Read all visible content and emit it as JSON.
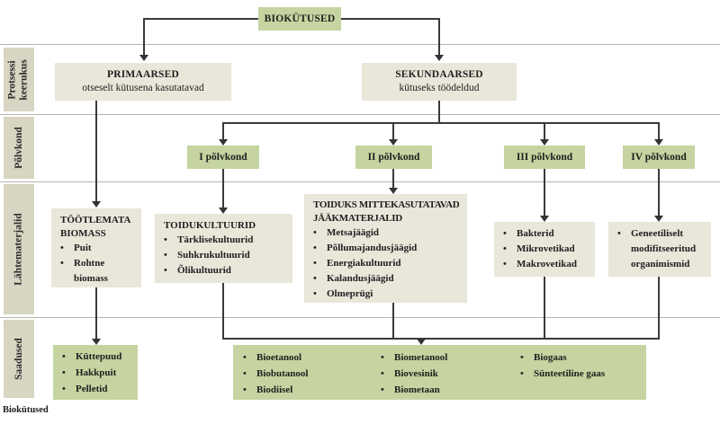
{
  "root": {
    "label": "BIOKÜTUSED"
  },
  "caption": "Biokütused",
  "sidebar": [
    {
      "lines": [
        "Protsessi",
        "keerukus"
      ]
    },
    {
      "lines": [
        "Põlvkond"
      ]
    },
    {
      "lines": [
        "Lähtematerjalid"
      ]
    },
    {
      "lines": [
        "Saadused"
      ]
    }
  ],
  "level1": [
    {
      "title": "PRIMAARSED",
      "subtitle": "otseselt kütusena kasutatavad"
    },
    {
      "title": "SEKUNDAARSED",
      "subtitle": "kütuseks töödeldud"
    }
  ],
  "generations": [
    {
      "label": "I põlvkond"
    },
    {
      "label": "II põlvkond"
    },
    {
      "label": "III põlvkond"
    },
    {
      "label": "IV põlvkond"
    }
  ],
  "materials": [
    {
      "title_lines": [
        "TÖÖTLEMATA",
        "BIOMASS"
      ],
      "items": [
        "Puit",
        "Rohtne biomass"
      ]
    },
    {
      "title_lines": [
        "TOIDUKULTUURID"
      ],
      "items": [
        "Tärklisekultuurid",
        "Suhkrukultuurid",
        "Õlikultuurid"
      ]
    },
    {
      "title_lines": [
        "TOIDUKS MITTEKASUTATAVAD",
        "JÄÄKMATERJALID"
      ],
      "items": [
        "Metsajäägid",
        "Põllumajandusjäägid",
        "Energiakultuurid",
        "Kalandusjäägid",
        "Olmeprügi"
      ]
    },
    {
      "items": [
        "Bakterid",
        "Mikrovetikad",
        "Makrovetikad"
      ]
    },
    {
      "items": [
        "Geneetiliselt modifitseeritud organimismid"
      ]
    }
  ],
  "products": [
    {
      "items": [
        "Küttepuud",
        "Hakkpuit",
        "Pelletid"
      ]
    },
    {
      "columns": [
        [
          "Bioetanool",
          "Biobutanool",
          "Biodiisel"
        ],
        [
          "Biometanool",
          "Biovesinik",
          "Biometaan"
        ],
        [
          "Biogaas",
          "Sünteetiline gaas"
        ]
      ]
    }
  ],
  "colors": {
    "green": "#c5d4a0",
    "beige": "#e9e6da",
    "sidebar_band": "#d8d5c2",
    "connector": "#3a3a3a",
    "divider": "#b7b5ae"
  }
}
